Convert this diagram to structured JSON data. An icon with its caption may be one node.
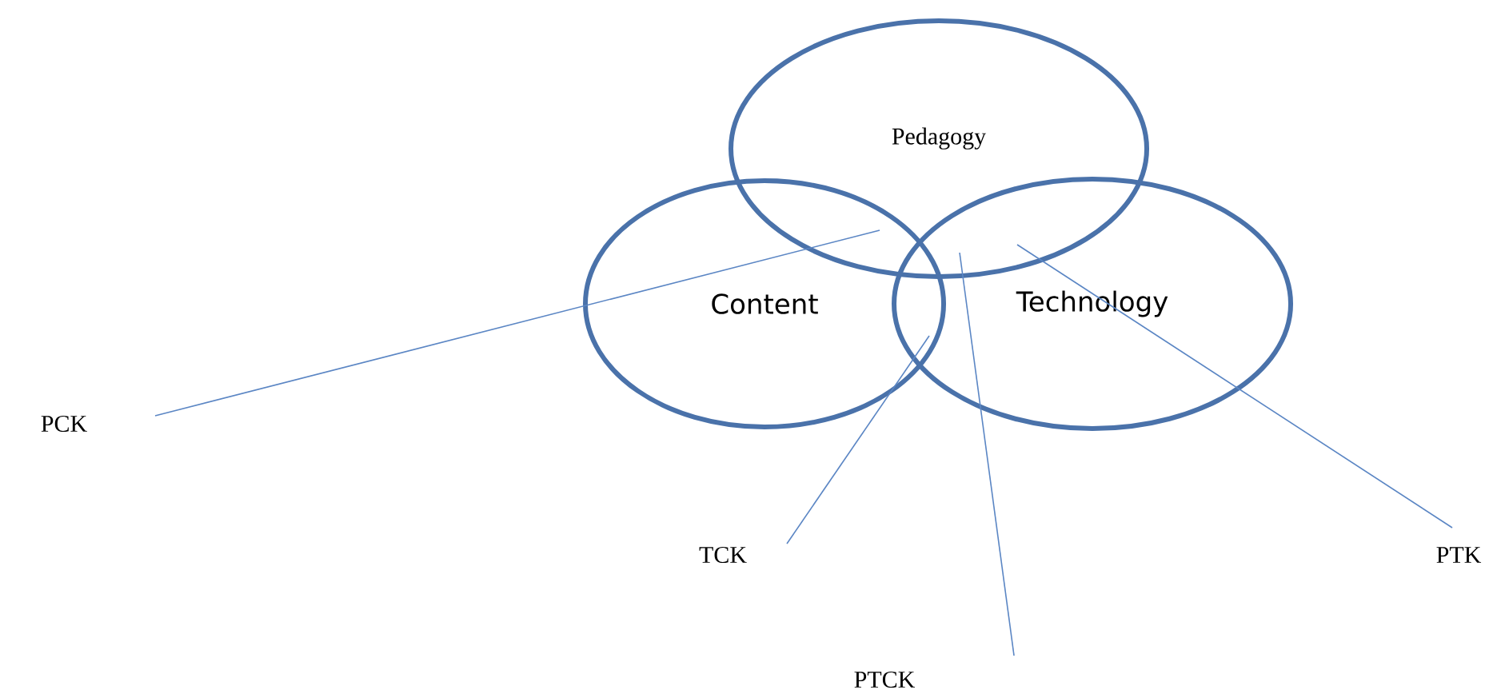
{
  "diagram": {
    "nodes": [
      {
        "text": [
          "Pedagogy"
        ]
      },
      {
        "text": [
          "Content"
        ]
      },
      {
        "text": [
          "Technology"
        ]
      },
      {
        "text": [
          "PCK"
        ]
      },
      {
        "text": [
          "TCK"
        ]
      },
      {
        "text": [
          "PTCK"
        ]
      },
      {
        "text": [
          "PTK"
        ]
      }
    ],
    "edges": [
      {
        "from": 3,
        "to": 1,
        "arrow": "none"
      },
      {
        "from": 4,
        "to": 1,
        "arrow": "none"
      },
      {
        "from": 5,
        "to": 2,
        "arrow": "none"
      },
      {
        "from": 6,
        "to": 2,
        "arrow": "none"
      }
    ]
  }
}
